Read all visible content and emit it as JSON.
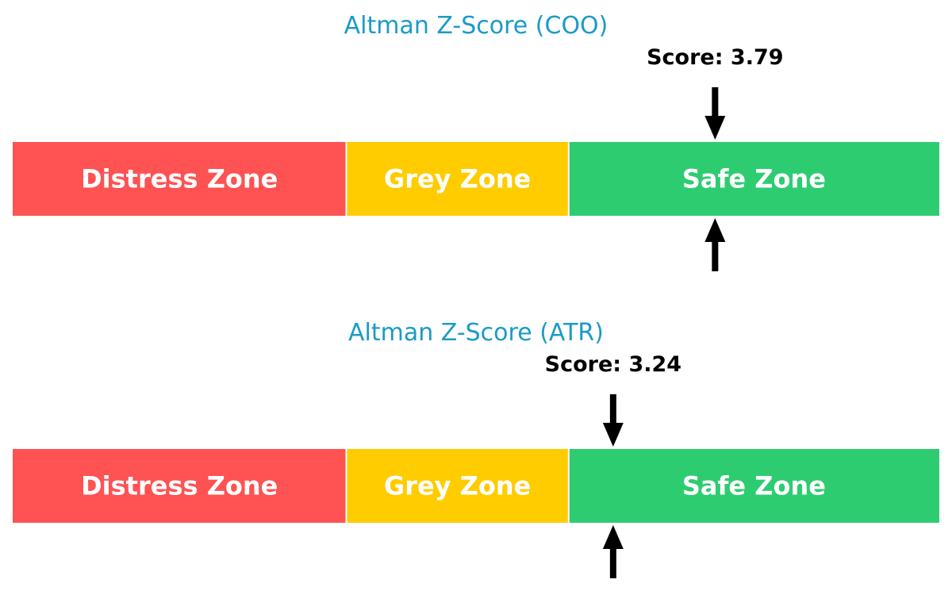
{
  "chart_data": [
    {
      "type": "gauge",
      "title": "Altman Z-Score (COO)",
      "score": 3.79,
      "score_label": "Score: 3.79",
      "scale_range": [
        0,
        5.0
      ],
      "zones": [
        {
          "name": "Distress Zone",
          "from": 0,
          "to": 1.8,
          "color": "#ff5252"
        },
        {
          "name": "Grey Zone",
          "from": 1.8,
          "to": 3.0,
          "color": "#ffcc00"
        },
        {
          "name": "Safe Zone",
          "from": 3.0,
          "to": 5.0,
          "color": "#2ecc71"
        }
      ]
    },
    {
      "type": "gauge",
      "title": "Altman Z-Score (ATR)",
      "score": 3.24,
      "score_label": "Score: 3.24",
      "scale_range": [
        0,
        5.0
      ],
      "zones": [
        {
          "name": "Distress Zone",
          "from": 0,
          "to": 1.8,
          "color": "#ff5252"
        },
        {
          "name": "Grey Zone",
          "from": 1.8,
          "to": 3.0,
          "color": "#ffcc00"
        },
        {
          "name": "Safe Zone",
          "from": 3.0,
          "to": 5.0,
          "color": "#2ecc71"
        }
      ]
    }
  ]
}
